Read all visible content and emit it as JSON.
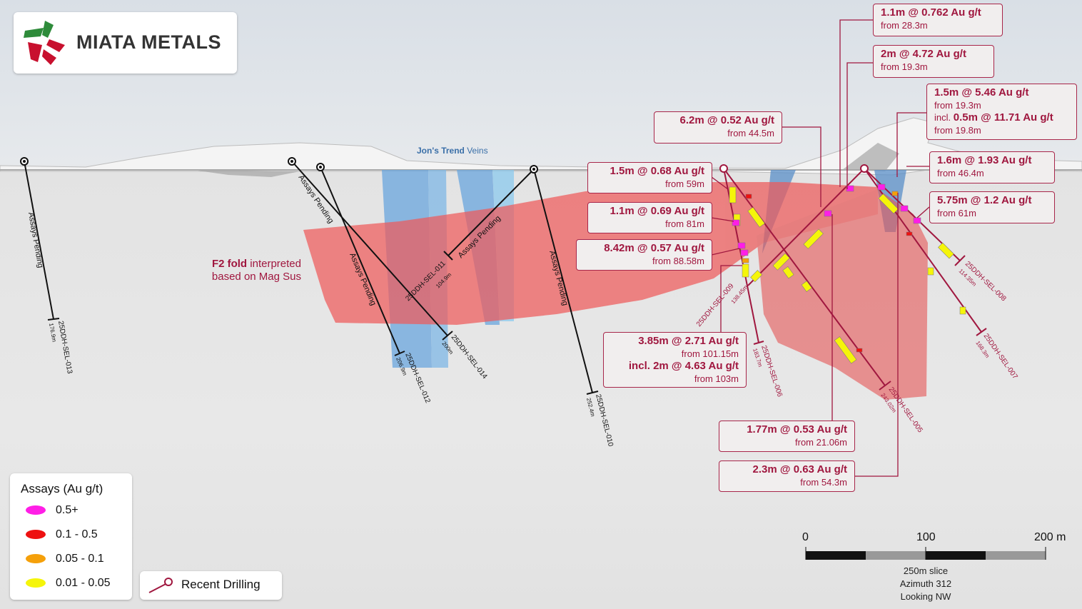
{
  "logo": {
    "text": "MIATA METALS"
  },
  "labels": {
    "jons_trend_bold": "Jon's Trend",
    "jons_trend_rest": "Veins",
    "f2_bold": "F2 fold",
    "f2_rest1": "interpreted",
    "f2_rest2": "based on Mag Sus",
    "assays_pending": "Assays Pending"
  },
  "drill_holes": [
    {
      "id": "25DDH-SEL-013",
      "depth": "176.9m"
    },
    {
      "id": "25DDH-SEL-012",
      "depth": "206.9m"
    },
    {
      "id": "25DDH-SEL-014",
      "depth": "200m"
    },
    {
      "id": "25DDH-SEL-011",
      "depth": "104.9m"
    },
    {
      "id": "25DDH-SEL-010",
      "depth": "252.4m"
    },
    {
      "id": "25DDH-SEL-009",
      "depth": "138.45m"
    },
    {
      "id": "25DDH-SEL-006",
      "depth": "183.7m"
    },
    {
      "id": "25DDH-SEL-005",
      "depth": "243.02m"
    },
    {
      "id": "25DDH-SEL-008",
      "depth": "114.35m"
    },
    {
      "id": "25DDH-SEL-007",
      "depth": "168.3m"
    }
  ],
  "intercepts": [
    {
      "h": "1.1m @ 0.762 Au g/t",
      "s": "from 28.3m"
    },
    {
      "h": "2m @ 4.72 Au g/t",
      "s": "from 19.3m"
    },
    {
      "h": "1.5m @ 5.46 Au g/t",
      "s": "from 19.3m",
      "incl_pre": "incl.",
      "incl": "0.5m @ 11.71 Au g/t",
      "s2": "from 19.8m"
    },
    {
      "h": "6.2m @ 0.52 Au g/t",
      "s": "from 44.5m"
    },
    {
      "h": "1.6m @ 1.93 Au g/t",
      "s": "from 46.4m"
    },
    {
      "h": "5.75m @ 1.2 Au g/t",
      "s": "from 61m"
    },
    {
      "h": "1.5m @ 0.68 Au g/t",
      "s": "from 59m"
    },
    {
      "h": "1.1m @ 0.69 Au g/t",
      "s": "from 81m"
    },
    {
      "h": "8.42m @ 0.57 Au g/t",
      "s": "from 88.58m"
    },
    {
      "h": "3.85m @ 2.71 Au g/t",
      "s": "from 101.15m",
      "incl": "incl. 2m @ 4.63 Au g/t",
      "s2": "from 103m"
    },
    {
      "h": "1.77m @ 0.53 Au g/t",
      "s": "from 21.06m"
    },
    {
      "h": "2.3m @ 0.63 Au g/t",
      "s": "from 54.3m"
    }
  ],
  "legend": {
    "title": "Assays (Au g/t)",
    "items": [
      {
        "label": "0.5+",
        "color": "#ff1ee6"
      },
      {
        "label": "0.1 - 0.5",
        "color": "#ee1111"
      },
      {
        "label": "0.05 - 0.1",
        "color": "#f5a00a"
      },
      {
        "label": "0.01 - 0.05",
        "color": "#f5f50a"
      }
    ],
    "recent_drilling": "Recent Drilling"
  },
  "scale": {
    "ticks": [
      "0",
      "100",
      "200 m"
    ],
    "slice": "250m slice",
    "azimuth": "Azimuth 312",
    "looking": "Looking NW"
  },
  "colors": {
    "accent": "#a0173f",
    "fold": "#ee5a5a",
    "vein": "#6aa6de"
  }
}
